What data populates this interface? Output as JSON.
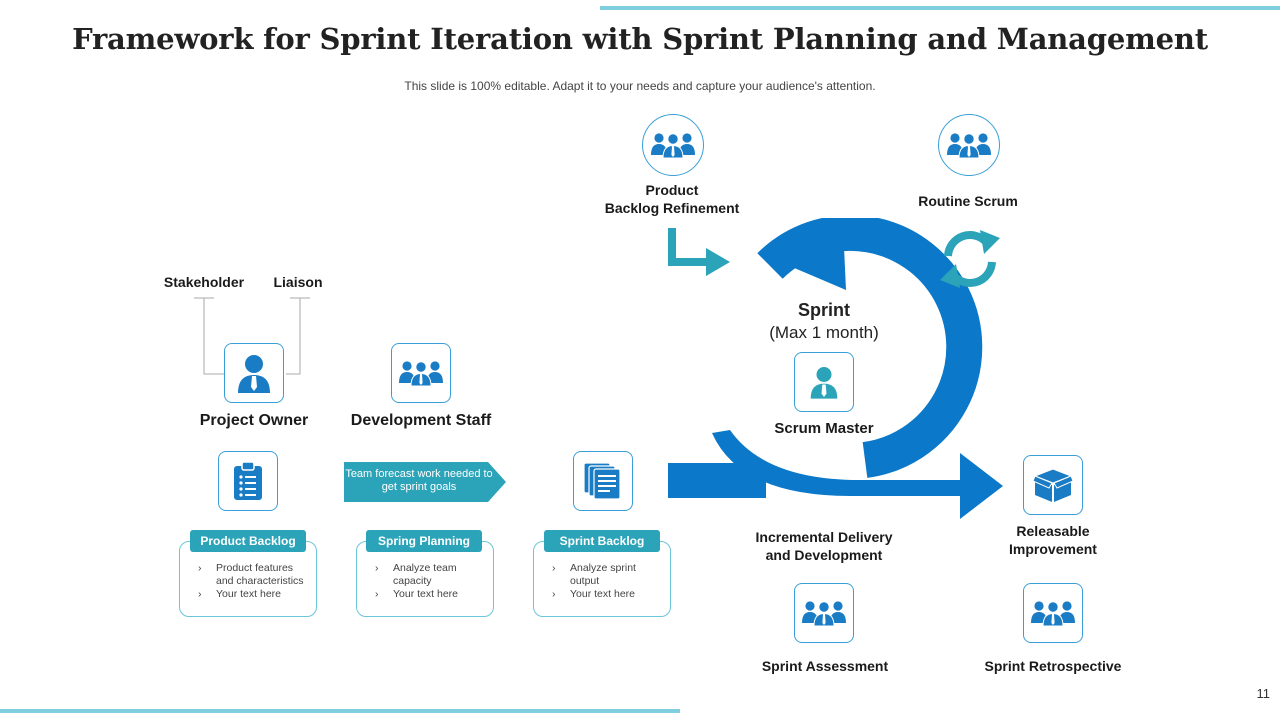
{
  "title": "Framework for Sprint Iteration with Sprint Planning and Management",
  "subtitle": "This slide is 100% editable. Adapt it to your needs and capture your audience's attention.",
  "page_number": "11",
  "colors": {
    "primary_blue": "#0b78c9",
    "teal": "#2ba3b8",
    "light_teal": "#7fcfe0",
    "icon_blue": "#1a7cc4"
  },
  "left": {
    "stakeholder": "Stakeholder",
    "liaison": "Liaison",
    "project_owner": "Project Owner",
    "development_staff": "Development Staff",
    "banner": "Team forecast work needed to get sprint goals"
  },
  "cards": [
    {
      "tag": "Product Backlog",
      "items": [
        "Product features and characteristics",
        "Your text here"
      ],
      "icon": "clipboard-icon"
    },
    {
      "tag": "Spring Planning",
      "items": [
        "Analyze team capacity",
        "Your text here"
      ],
      "icon": "none"
    },
    {
      "tag": "Sprint Backlog",
      "items": [
        "Analyze sprint output",
        "Your text here"
      ],
      "icon": "documents-icon"
    }
  ],
  "cycle": {
    "product_backlog_refinement": "Product\nBacklog Refinement",
    "routine_scrum": "Routine Scrum",
    "sprint_title": "Sprint",
    "sprint_sub": "(Max 1 month)",
    "scrum_master": "Scrum Master",
    "incremental_delivery": "Incremental Delivery\nand Development",
    "releasable_improvement": "Releasable\nImprovement",
    "sprint_assessment": "Sprint Assessment",
    "sprint_retrospective": "Sprint Retrospective"
  }
}
